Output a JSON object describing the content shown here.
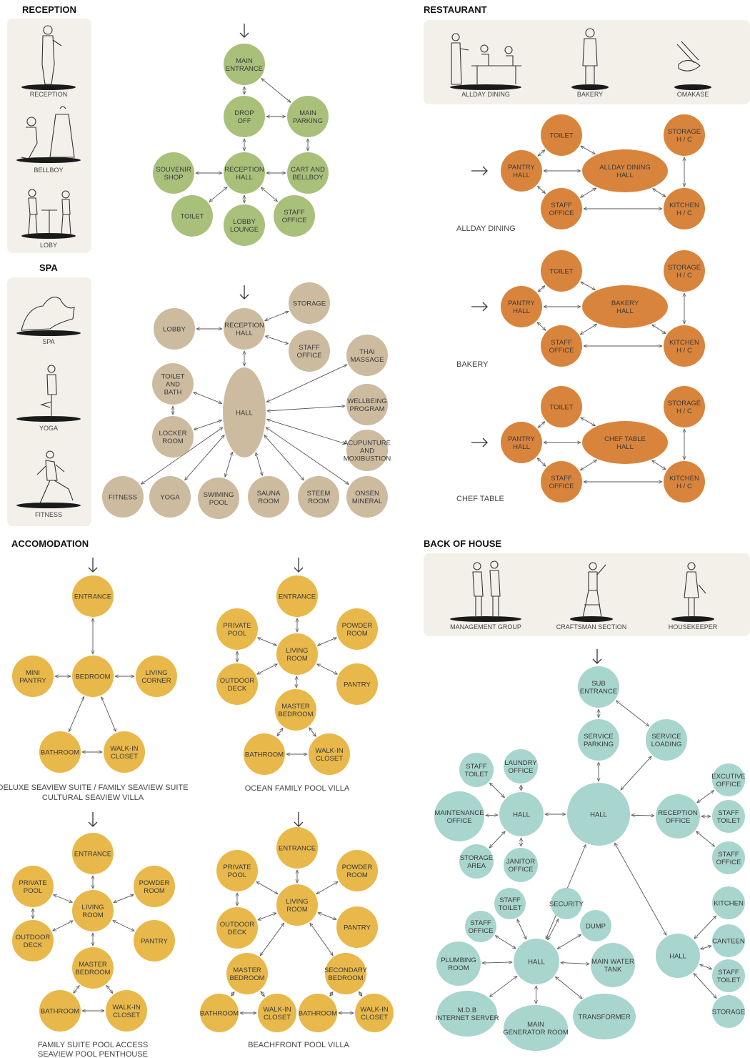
{
  "colors": {
    "reception": "#a9c07a",
    "spa": "#cdbba0",
    "restaurant": "#d9843c",
    "accommodation": "#e8b84a",
    "back_of_house": "#a8d5cd",
    "panel": "#f3f0ea",
    "line": "#555555"
  },
  "sections": [
    {
      "id": "reception",
      "title": "RECEPTION"
    },
    {
      "id": "restaurant",
      "title": "RESTAURANT"
    },
    {
      "id": "spa",
      "title": "SPA"
    },
    {
      "id": "accommodation",
      "title": "ACCOMODATION"
    },
    {
      "id": "back_of_house",
      "title": "BACK OF HOUSE"
    }
  ],
  "figure_panels": [
    {
      "section": "reception",
      "items": [
        "RECEPTION",
        "BELLBOY",
        "LOBY"
      ]
    },
    {
      "section": "spa",
      "items": [
        "SPA",
        "YOGA",
        "FITNESS"
      ]
    },
    {
      "section": "restaurant",
      "items": [
        "ALLDAY DINING",
        "BAKERY",
        "OMAKASE"
      ]
    },
    {
      "section": "back_of_house",
      "items": [
        "MANAGEMENT GROUP",
        "CRAFTSMAN SECTION",
        "HOUSEKEEPER"
      ]
    }
  ],
  "captions": {
    "allday": "ALLDAY DINING",
    "bakery": "BAKERY",
    "chef": "CHEF TABLE",
    "deluxe_1": "DELUXE SEAVIEW SUITE / FAMILY SEAVIEW SUITE",
    "deluxe_2": "CULTURAL SEAVIEW VILLA",
    "ocean": "OCEAN FAMILY POOL VILLA",
    "family_1": "FAMILY SUITE POOL ACCESS",
    "family_2": "SEAVIEW POOL PENTHOUSE",
    "beach": "BEACHFRONT POOL VILLA"
  },
  "diagrams": [
    {
      "id": "reception-flow",
      "color": "reception",
      "nodes": [
        {
          "id": "main",
          "label": "MAIN\nENTRANCE"
        },
        {
          "id": "drop",
          "label": "DROP\nOFF"
        },
        {
          "id": "park",
          "label": "MAIN\nPARKING"
        },
        {
          "id": "hall",
          "label": "RECEPTION\nHALL"
        },
        {
          "id": "cart",
          "label": "CART AND\nBELLBOY"
        },
        {
          "id": "souv",
          "label": "SOUVENIR\nSHOP"
        },
        {
          "id": "toil",
          "label": "TOILET"
        },
        {
          "id": "lobby",
          "label": "LOBBY\nLOUNGE"
        },
        {
          "id": "staff",
          "label": "STAFF\nOFFICE"
        }
      ],
      "edges": [
        [
          "main",
          "drop"
        ],
        [
          "main",
          "park"
        ],
        [
          "drop",
          "park"
        ],
        [
          "drop",
          "hall"
        ],
        [
          "park",
          "cart"
        ],
        [
          "hall",
          "cart"
        ],
        [
          "hall",
          "souv"
        ],
        [
          "hall",
          "toil"
        ],
        [
          "hall",
          "lobby"
        ],
        [
          "hall",
          "staff"
        ]
      ]
    },
    {
      "id": "spa-flow",
      "color": "spa",
      "nodes": [
        {
          "id": "rec",
          "label": "RECEPTION\nHALL"
        },
        {
          "id": "lobby",
          "label": "LOBBY"
        },
        {
          "id": "stor",
          "label": "STORAGE"
        },
        {
          "id": "staff",
          "label": "STAFF\nOFFICE"
        },
        {
          "id": "hall",
          "label": "HALL"
        },
        {
          "id": "toil",
          "label": "TOILET\nAND\nBATH"
        },
        {
          "id": "lock",
          "label": "LOCKER\nROOM"
        },
        {
          "id": "thai",
          "label": "THAI\nMASSAGE"
        },
        {
          "id": "well",
          "label": "WELLBEING\nPROGRAM"
        },
        {
          "id": "acu",
          "label": "ACUPUNTURE\nAND\nMOXIBUSTION"
        },
        {
          "id": "fit",
          "label": "FITNESS"
        },
        {
          "id": "yoga",
          "label": "YOGA"
        },
        {
          "id": "swim",
          "label": "SWIMING\nPOOL"
        },
        {
          "id": "sauna",
          "label": "SAUNA\nROOM"
        },
        {
          "id": "steem",
          "label": "STEEM\nROOM"
        },
        {
          "id": "onsen",
          "label": "ONSEN\nMINERAL"
        }
      ],
      "edges": [
        [
          "rec",
          "lobby"
        ],
        [
          "rec",
          "stor"
        ],
        [
          "rec",
          "staff"
        ],
        [
          "rec",
          "hall"
        ],
        [
          "hall",
          "toil"
        ],
        [
          "toil",
          "lock"
        ],
        [
          "hall",
          "lock"
        ],
        [
          "hall",
          "thai"
        ],
        [
          "hall",
          "well"
        ],
        [
          "hall",
          "acu"
        ],
        [
          "hall",
          "fit"
        ],
        [
          "hall",
          "yoga"
        ],
        [
          "hall",
          "swim"
        ],
        [
          "hall",
          "sauna"
        ],
        [
          "hall",
          "steem"
        ],
        [
          "hall",
          "onsen"
        ]
      ]
    },
    {
      "id": "restaurant-allday",
      "color": "restaurant",
      "nodes": [
        {
          "id": "toil",
          "label": "TOILET"
        },
        {
          "id": "pantry",
          "label": "PANTRY\nHALL"
        },
        {
          "id": "hall",
          "label": "ALLDAY DINING\nHALL"
        },
        {
          "id": "stor",
          "label": "STORAGE\nH / C"
        },
        {
          "id": "staff",
          "label": "STAFF\nOFFICE"
        },
        {
          "id": "kit",
          "label": "KITCHEN\nH / C"
        }
      ],
      "edges": [
        [
          "pantry",
          "toil"
        ],
        [
          "pantry",
          "hall"
        ],
        [
          "pantry",
          "staff"
        ],
        [
          "toil",
          "hall"
        ],
        [
          "staff",
          "hall"
        ],
        [
          "hall",
          "kit"
        ],
        [
          "staff",
          "kit"
        ],
        [
          "stor",
          "kit"
        ]
      ]
    },
    {
      "id": "restaurant-bakery",
      "color": "restaurant",
      "nodes": [
        {
          "id": "toil",
          "label": "TOILET"
        },
        {
          "id": "pantry",
          "label": "PANTRY\nHALL"
        },
        {
          "id": "hall",
          "label": "BAKERY\nHALL"
        },
        {
          "id": "stor",
          "label": "STORAGE\nH / C"
        },
        {
          "id": "staff",
          "label": "STAFF\nOFFICE"
        },
        {
          "id": "kit",
          "label": "KITCHEN\nH / C"
        }
      ],
      "edges": [
        [
          "pantry",
          "toil"
        ],
        [
          "pantry",
          "hall"
        ],
        [
          "pantry",
          "staff"
        ],
        [
          "toil",
          "hall"
        ],
        [
          "staff",
          "hall"
        ],
        [
          "hall",
          "kit"
        ],
        [
          "staff",
          "kit"
        ],
        [
          "stor",
          "kit"
        ]
      ]
    },
    {
      "id": "restaurant-chef",
      "color": "restaurant",
      "nodes": [
        {
          "id": "toil",
          "label": "TOILET"
        },
        {
          "id": "pantry",
          "label": "PANTRY\nHALL"
        },
        {
          "id": "hall",
          "label": "CHEF TABLE\nHALL"
        },
        {
          "id": "stor",
          "label": "STORAGE\nH / C"
        },
        {
          "id": "staff",
          "label": "STAFF\nOFFICE"
        },
        {
          "id": "kit",
          "label": "KITCHEN\nH / C"
        }
      ],
      "edges": [
        [
          "pantry",
          "toil"
        ],
        [
          "pantry",
          "hall"
        ],
        [
          "pantry",
          "staff"
        ],
        [
          "toil",
          "hall"
        ],
        [
          "staff",
          "hall"
        ],
        [
          "hall",
          "kit"
        ],
        [
          "staff",
          "kit"
        ],
        [
          "stor",
          "kit"
        ]
      ]
    },
    {
      "id": "acc-deluxe",
      "color": "accommodation",
      "nodes": [
        {
          "id": "ent",
          "label": "ENTRANCE"
        },
        {
          "id": "bed",
          "label": "BEDROOM"
        },
        {
          "id": "mini",
          "label": "MINI\nPANTRY"
        },
        {
          "id": "liv",
          "label": "LIVING\nCORNER"
        },
        {
          "id": "bath",
          "label": "BATHROOM"
        },
        {
          "id": "walk",
          "label": "WALK-IN\nCLOSET"
        }
      ],
      "edges": [
        [
          "ent",
          "bed"
        ],
        [
          "bed",
          "mini"
        ],
        [
          "bed",
          "liv"
        ],
        [
          "bed",
          "bath"
        ],
        [
          "bed",
          "walk"
        ],
        [
          "bath",
          "walk"
        ]
      ]
    },
    {
      "id": "acc-ocean",
      "color": "accommodation",
      "nodes": [
        {
          "id": "ent",
          "label": "ENTRANCE"
        },
        {
          "id": "pp",
          "label": "PRIVATE\nPOOL"
        },
        {
          "id": "pow",
          "label": "POWDER\nROOM"
        },
        {
          "id": "liv",
          "label": "LIVING\nROOM"
        },
        {
          "id": "od",
          "label": "OUTDOOR\nDECK"
        },
        {
          "id": "pan",
          "label": "PANTRY"
        },
        {
          "id": "mb",
          "label": "MASTER\nBEDROOM"
        },
        {
          "id": "bath",
          "label": "BATHROOM"
        },
        {
          "id": "walk",
          "label": "WALK-IN\nCLOSET"
        }
      ],
      "edges": [
        [
          "ent",
          "liv"
        ],
        [
          "liv",
          "pp"
        ],
        [
          "liv",
          "pow"
        ],
        [
          "liv",
          "od"
        ],
        [
          "liv",
          "pan"
        ],
        [
          "pp",
          "od"
        ],
        [
          "liv",
          "mb"
        ],
        [
          "mb",
          "bath"
        ],
        [
          "mb",
          "walk"
        ],
        [
          "bath",
          "walk"
        ]
      ]
    },
    {
      "id": "acc-family",
      "color": "accommodation",
      "nodes": [
        {
          "id": "ent",
          "label": "ENTRANCE"
        },
        {
          "id": "pp",
          "label": "PRIVATE\nPOOL"
        },
        {
          "id": "pow",
          "label": "POWDER\nROOM"
        },
        {
          "id": "liv",
          "label": "LIVING\nROOM"
        },
        {
          "id": "od",
          "label": "OUTDOOR\nDECK"
        },
        {
          "id": "pan",
          "label": "PANTRY"
        },
        {
          "id": "mb",
          "label": "MASTER\nBEDROOM"
        },
        {
          "id": "bath",
          "label": "BATHROOM"
        },
        {
          "id": "walk",
          "label": "WALK-IN\nCLOSET"
        }
      ],
      "edges": [
        [
          "ent",
          "liv"
        ],
        [
          "liv",
          "pp"
        ],
        [
          "liv",
          "pow"
        ],
        [
          "liv",
          "od"
        ],
        [
          "liv",
          "pan"
        ],
        [
          "pp",
          "od"
        ],
        [
          "liv",
          "mb"
        ],
        [
          "mb",
          "bath"
        ],
        [
          "mb",
          "walk"
        ],
        [
          "bath",
          "walk"
        ]
      ]
    },
    {
      "id": "acc-beach",
      "color": "accommodation",
      "nodes": [
        {
          "id": "ent",
          "label": "ENTRANCE"
        },
        {
          "id": "pp",
          "label": "PRIVATE\nPOOL"
        },
        {
          "id": "pow",
          "label": "POWDER\nROOM"
        },
        {
          "id": "liv",
          "label": "LIVING\nROOM"
        },
        {
          "id": "od",
          "label": "OUTDOOR\nDECK"
        },
        {
          "id": "pan",
          "label": "PANTRY"
        },
        {
          "id": "mb",
          "label": "MASTER\nBEDROOM"
        },
        {
          "id": "sb",
          "label": "SECONDARY\nBEDROOM"
        },
        {
          "id": "b1",
          "label": "BATHROOM"
        },
        {
          "id": "w1",
          "label": "WALK-IN\nCLOSET"
        },
        {
          "id": "b2",
          "label": "BATHROOM"
        },
        {
          "id": "w2",
          "label": "WALK-IN\nCLOSET"
        }
      ],
      "edges": [
        [
          "ent",
          "liv"
        ],
        [
          "liv",
          "pp"
        ],
        [
          "liv",
          "pow"
        ],
        [
          "liv",
          "od"
        ],
        [
          "liv",
          "pan"
        ],
        [
          "pp",
          "od"
        ],
        [
          "liv",
          "mb"
        ],
        [
          "liv",
          "sb"
        ],
        [
          "mb",
          "b1"
        ],
        [
          "mb",
          "w1"
        ],
        [
          "b1",
          "w1"
        ],
        [
          "sb",
          "b2"
        ],
        [
          "sb",
          "w2"
        ],
        [
          "b2",
          "w2"
        ]
      ]
    },
    {
      "id": "boh-flow",
      "color": "back_of_house",
      "nodes": [
        {
          "id": "sub",
          "label": "SUB\nENTRANCE"
        },
        {
          "id": "spark",
          "label": "SERVICE\nPARKING"
        },
        {
          "id": "sload",
          "label": "SERVICE\nLOADING"
        },
        {
          "id": "hall",
          "label": "HALL"
        },
        {
          "id": "st1",
          "label": "STAFF\nTOILET"
        },
        {
          "id": "laun",
          "label": "LAUNDRY\nOFFICE"
        },
        {
          "id": "hall1",
          "label": "HALL"
        },
        {
          "id": "maint",
          "label": "MAINTENANCE\nOFFICE"
        },
        {
          "id": "sto",
          "label": "STORAGE\nAREA"
        },
        {
          "id": "jan",
          "label": "JANITOR\nOFFICE"
        },
        {
          "id": "rec",
          "label": "RECEPTION\nOFFICE"
        },
        {
          "id": "exec",
          "label": "EXCUTIVE\nOFFICE"
        },
        {
          "id": "st2",
          "label": "STAFF\nTOILET"
        },
        {
          "id": "so2",
          "label": "STAFF\nOFFICE"
        },
        {
          "id": "st3",
          "label": "STAFF\nTOILET"
        },
        {
          "id": "sec",
          "label": "SECURITY"
        },
        {
          "id": "so3",
          "label": "STAFF\nOFFICE"
        },
        {
          "id": "dump",
          "label": "DUMP"
        },
        {
          "id": "hall2",
          "label": "HALL"
        },
        {
          "id": "plumb",
          "label": "PLUMBING\nROOM"
        },
        {
          "id": "mwt",
          "label": "MAIN WATER\nTANK"
        },
        {
          "id": "mdb",
          "label": "M.D.B\nINTERNET SERVER"
        },
        {
          "id": "gen",
          "label": "MAIN\nGENERATOR ROOM"
        },
        {
          "id": "trans",
          "label": "TRANSFORMER"
        },
        {
          "id": "hall3",
          "label": "HALL"
        },
        {
          "id": "kit",
          "label": "KITCHEN"
        },
        {
          "id": "can",
          "label": "CANTEEN"
        },
        {
          "id": "st4",
          "label": "STAFF\nTOILET"
        },
        {
          "id": "stor",
          "label": "STORAGE"
        }
      ],
      "edges": [
        [
          "sub",
          "spark"
        ],
        [
          "sub",
          "sload"
        ],
        [
          "spark",
          "hall"
        ],
        [
          "sload",
          "hall"
        ],
        [
          "hall",
          "hall1"
        ],
        [
          "hall1",
          "st1"
        ],
        [
          "hall1",
          "laun"
        ],
        [
          "hall1",
          "maint"
        ],
        [
          "hall1",
          "sto"
        ],
        [
          "hall1",
          "jan"
        ],
        [
          "hall",
          "rec"
        ],
        [
          "rec",
          "exec"
        ],
        [
          "rec",
          "st2"
        ],
        [
          "rec",
          "so2"
        ],
        [
          "hall",
          "hall2"
        ],
        [
          "hall2",
          "st3"
        ],
        [
          "hall2",
          "sec"
        ],
        [
          "hall2",
          "so3"
        ],
        [
          "hall2",
          "dump"
        ],
        [
          "hall2",
          "plumb"
        ],
        [
          "hall2",
          "mwt"
        ],
        [
          "hall2",
          "mdb"
        ],
        [
          "hall2",
          "gen"
        ],
        [
          "hall2",
          "trans"
        ],
        [
          "hall",
          "hall3"
        ],
        [
          "hall3",
          "kit"
        ],
        [
          "hall3",
          "can"
        ],
        [
          "hall3",
          "st4"
        ],
        [
          "hall3",
          "stor"
        ]
      ]
    }
  ]
}
